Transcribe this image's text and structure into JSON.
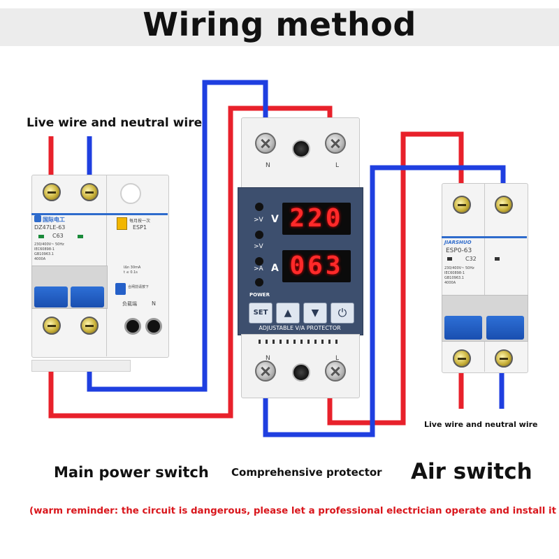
{
  "title": "Wiring method",
  "labels": {
    "live_neutral_top": "Live wire and neutral wire",
    "live_neutral_right": "Live wire and neutral wire",
    "main_switch": "Main power switch",
    "protector": "Comprehensive protector",
    "air_switch": "Air switch",
    "reminder": "(warm reminder: the circuit is dangerous, please let a professional electrician operate and install it"
  },
  "main_switch_device": {
    "brand": "国际电工",
    "model": "DZ47LE-63",
    "rating": "C63",
    "module": "ESP1",
    "note": "每月按一次",
    "specs": [
      "230/400V~ 50Hz",
      "IEC60898-1",
      "GB10963.1",
      "4000A"
    ],
    "rcd_specs": [
      "IΔn 30mA",
      "t ≤ 0.1s"
    ],
    "test_note": "合闸前请按下",
    "load_label": "负载端",
    "n_label": "N"
  },
  "protector_device": {
    "voltage_reading": "220",
    "current_reading": "063",
    "voltage_unit": "V",
    "current_unit": "A",
    "indicators": [
      ">V",
      ">V",
      ">A"
    ],
    "power_label": "POWER",
    "set_label": "SET",
    "up_label": "▲",
    "down_label": "▼",
    "power_symbol": "⏻",
    "caption": "ADJUSTABLE V/A PROTECTOR",
    "top_terminals": [
      "N",
      "L"
    ],
    "bottom_terminals": [
      "N",
      "L"
    ]
  },
  "air_switch_device": {
    "brand": "JIARSHUO",
    "model": "ESP0-63",
    "rating": "C32",
    "specs": [
      "230/400V~ 50Hz",
      "IEC60898-1",
      "GB10963.1",
      "4000A"
    ]
  },
  "colors": {
    "live": "#e8212b",
    "neutral": "#1f3fe0",
    "reminder": "#d9161c",
    "display_bg": "#3d4f6e",
    "toggle": "#2560c8"
  }
}
